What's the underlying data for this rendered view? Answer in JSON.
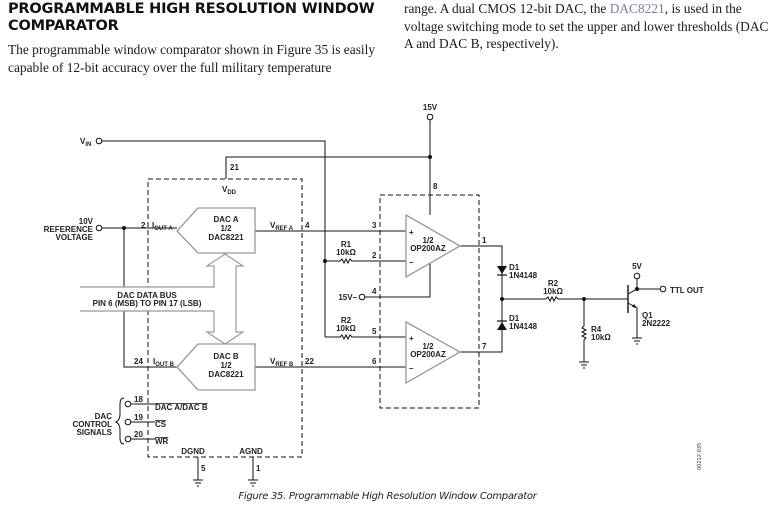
{
  "section": {
    "heading": "PROGRAMMABLE HIGH RESOLUTION WINDOW COMPARATOR",
    "para_left": "The programmable window comparator shown in Figure 35 is easily capable of 12-bit accuracy over the full military temperature",
    "para_right_before": "range. A dual CMOS 12-bit DAC, the ",
    "para_right_link": "DAC8221",
    "para_right_after": ", is used in the voltage switching mode to set the upper and lower thresholds (DAC A and DAC B, respectively)."
  },
  "schematic": {
    "vin": "V",
    "vin_sub": "IN",
    "ref_line1": "10V",
    "ref_line2": "REFERENCE",
    "ref_line3": "VOLTAGE",
    "supply_15v": "15V",
    "supply_neg15v": "15V–",
    "vdd": "V",
    "vdd_sub": "DD",
    "dac_a": {
      "line1": "DAC A",
      "line2": "1/2",
      "line3": "DAC8221",
      "iout": "I",
      "iout_sub": "OUT A",
      "vref": "V",
      "vref_sub": "REF A"
    },
    "dac_b": {
      "line1": "DAC B",
      "line2": "1/2",
      "line3": "DAC8221",
      "iout": "I",
      "iout_sub": "OUT B",
      "vref": "V",
      "vref_sub": "REF B"
    },
    "bus_line1": "DAC DATA BUS",
    "bus_line2": "PIN 6 (MSB) TO PIN 17 (LSB)",
    "control_label": [
      "DAC",
      "CONTROL",
      "SIGNALS"
    ],
    "control_signals": [
      {
        "pin": "18",
        "name": "DAC A/DAC B"
      },
      {
        "pin": "19",
        "name": "CS"
      },
      {
        "pin": "20",
        "name": "WR"
      }
    ],
    "dgnd": "DGND",
    "agnd": "AGND",
    "pins": {
      "p21": "21",
      "p2": "2",
      "p4": "4",
      "p24": "24",
      "p22": "22",
      "p5dgnd": "5",
      "p1agnd": "1",
      "op_p8": "8",
      "op_p3": "3",
      "op_p2": "2",
      "op_p4": "4",
      "op_p5": "5",
      "op_p6": "6",
      "op_p1": "1",
      "op_p7": "7"
    },
    "opamp1": {
      "line1": "1/2",
      "line2": "OP200AZ",
      "plus": "+",
      "minus": "–"
    },
    "opamp2": {
      "line1": "1/2",
      "line2": "OP200AZ",
      "plus": "+",
      "minus": "–"
    },
    "r1": {
      "name": "R1",
      "value": "10kΩ"
    },
    "r2_in": {
      "name": "R2",
      "value": "10kΩ"
    },
    "d1_top": {
      "name": "D1",
      "part": "1N4148"
    },
    "d1_bot": {
      "name": "D1",
      "part": "1N4148"
    },
    "r2_out": {
      "name": "R2",
      "value": "10kΩ"
    },
    "r4": {
      "name": "R4",
      "value": "10kΩ"
    },
    "supply_5v": "5V",
    "ttl_out": "TTL OUT",
    "q1": {
      "name": "Q1",
      "part": "2N2222"
    }
  },
  "caption": "Figure 35. Programmable High Resolution Window Comparator",
  "figure_code": "00212-035"
}
